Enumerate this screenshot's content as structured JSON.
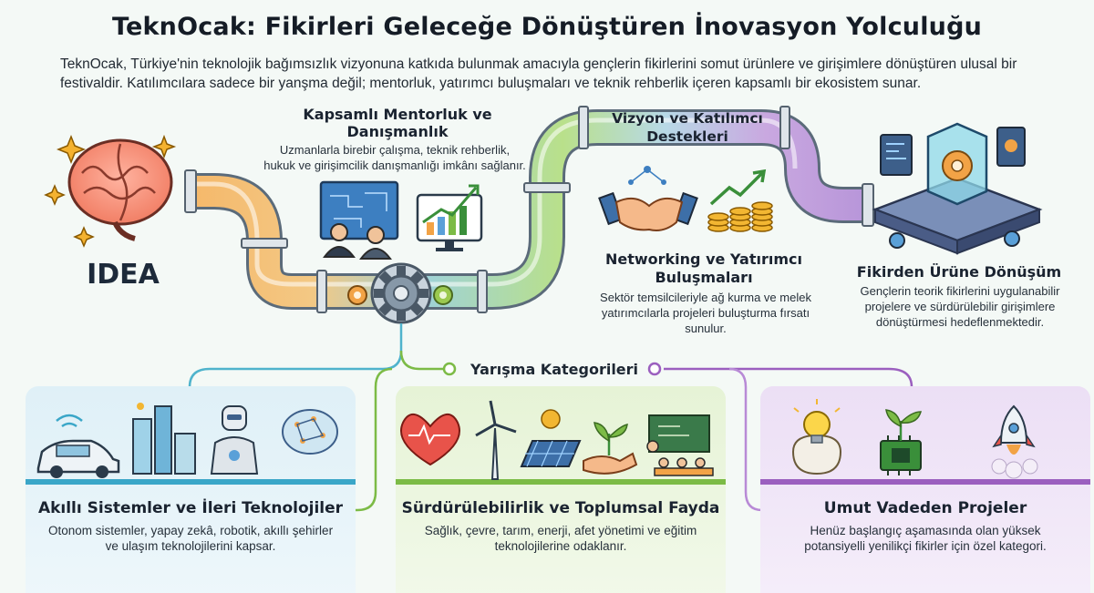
{
  "header": {
    "title": "TeknOcak: Fikirleri Geleceğe Dönüştüren İnovasyon Yolculuğu",
    "intro": "TeknOcak, Türkiye'nin teknolojik bağımsızlık vizyonuna katkıda bulunmak amacıyla gençlerin fikirlerini somut ürünlere ve girişimlere dönüştüren ulusal bir festivaldir. Katılımcılara sadece bir yanşma değil; mentorluk, yatırımcı buluşmaları ve teknik rehberlik içeren kapsamlı bir ekosistem sunar."
  },
  "pipeline": {
    "start_label": "IDEA",
    "mentorship": {
      "title": "Kapsamlı Mentorluk ve Danışmanlık",
      "desc": "Uzmanlarla birebir çalışma, teknik rehberlik, hukuk ve girişimcilik danışmanlığı imkânı sağlanır."
    },
    "vision": {
      "title": "Vizyon ve Katılımcı Destekleri"
    },
    "networking": {
      "title": "Networking ve Yatırımcı Buluşmaları",
      "desc": "Sektör temsilcileriyle ağ kurma ve melek yatırımcılarla projeleri buluşturma fırsatı sunulur."
    },
    "product": {
      "title": "Fikirden Ürüne Dönüşüm",
      "desc": "Gençlerin teorik fikirlerini uygulanabilir projelere ve sürdürülebilir girişimlere dönüştürmesi hedeflenmektedir."
    }
  },
  "categories": {
    "label": "Yarışma Kategorileri",
    "items": [
      {
        "title": "Akıllı Sistemler ve İleri Teknolojiler",
        "desc": "Otonom sistemler, yapay zekâ, robotik, akıllı şehirler ve ulaşım teknolojilerini kapsar.",
        "color": "#3aa6c8"
      },
      {
        "title": "Sürdürülebilirlik ve Toplumsal Fayda",
        "desc": "Sağlık, çevre, tarım, enerji, afet yönetimi ve eğitim teknolojilerine odaklanır.",
        "color": "#7cbb46"
      },
      {
        "title": "Umut Vadeden Projeler",
        "desc": "Henüz başlangıç aşamasında olan yüksek potansiyelli yenilikçi fikirler için özel kategori.",
        "color": "#9b5fbf"
      }
    ]
  },
  "icons": {
    "brain": "brain-icon",
    "gear": "gear-icon",
    "handshake": "handshake-icon",
    "chart": "growth-chart-icon",
    "coins": "coins-icon",
    "platform": "product-platform-icon"
  }
}
